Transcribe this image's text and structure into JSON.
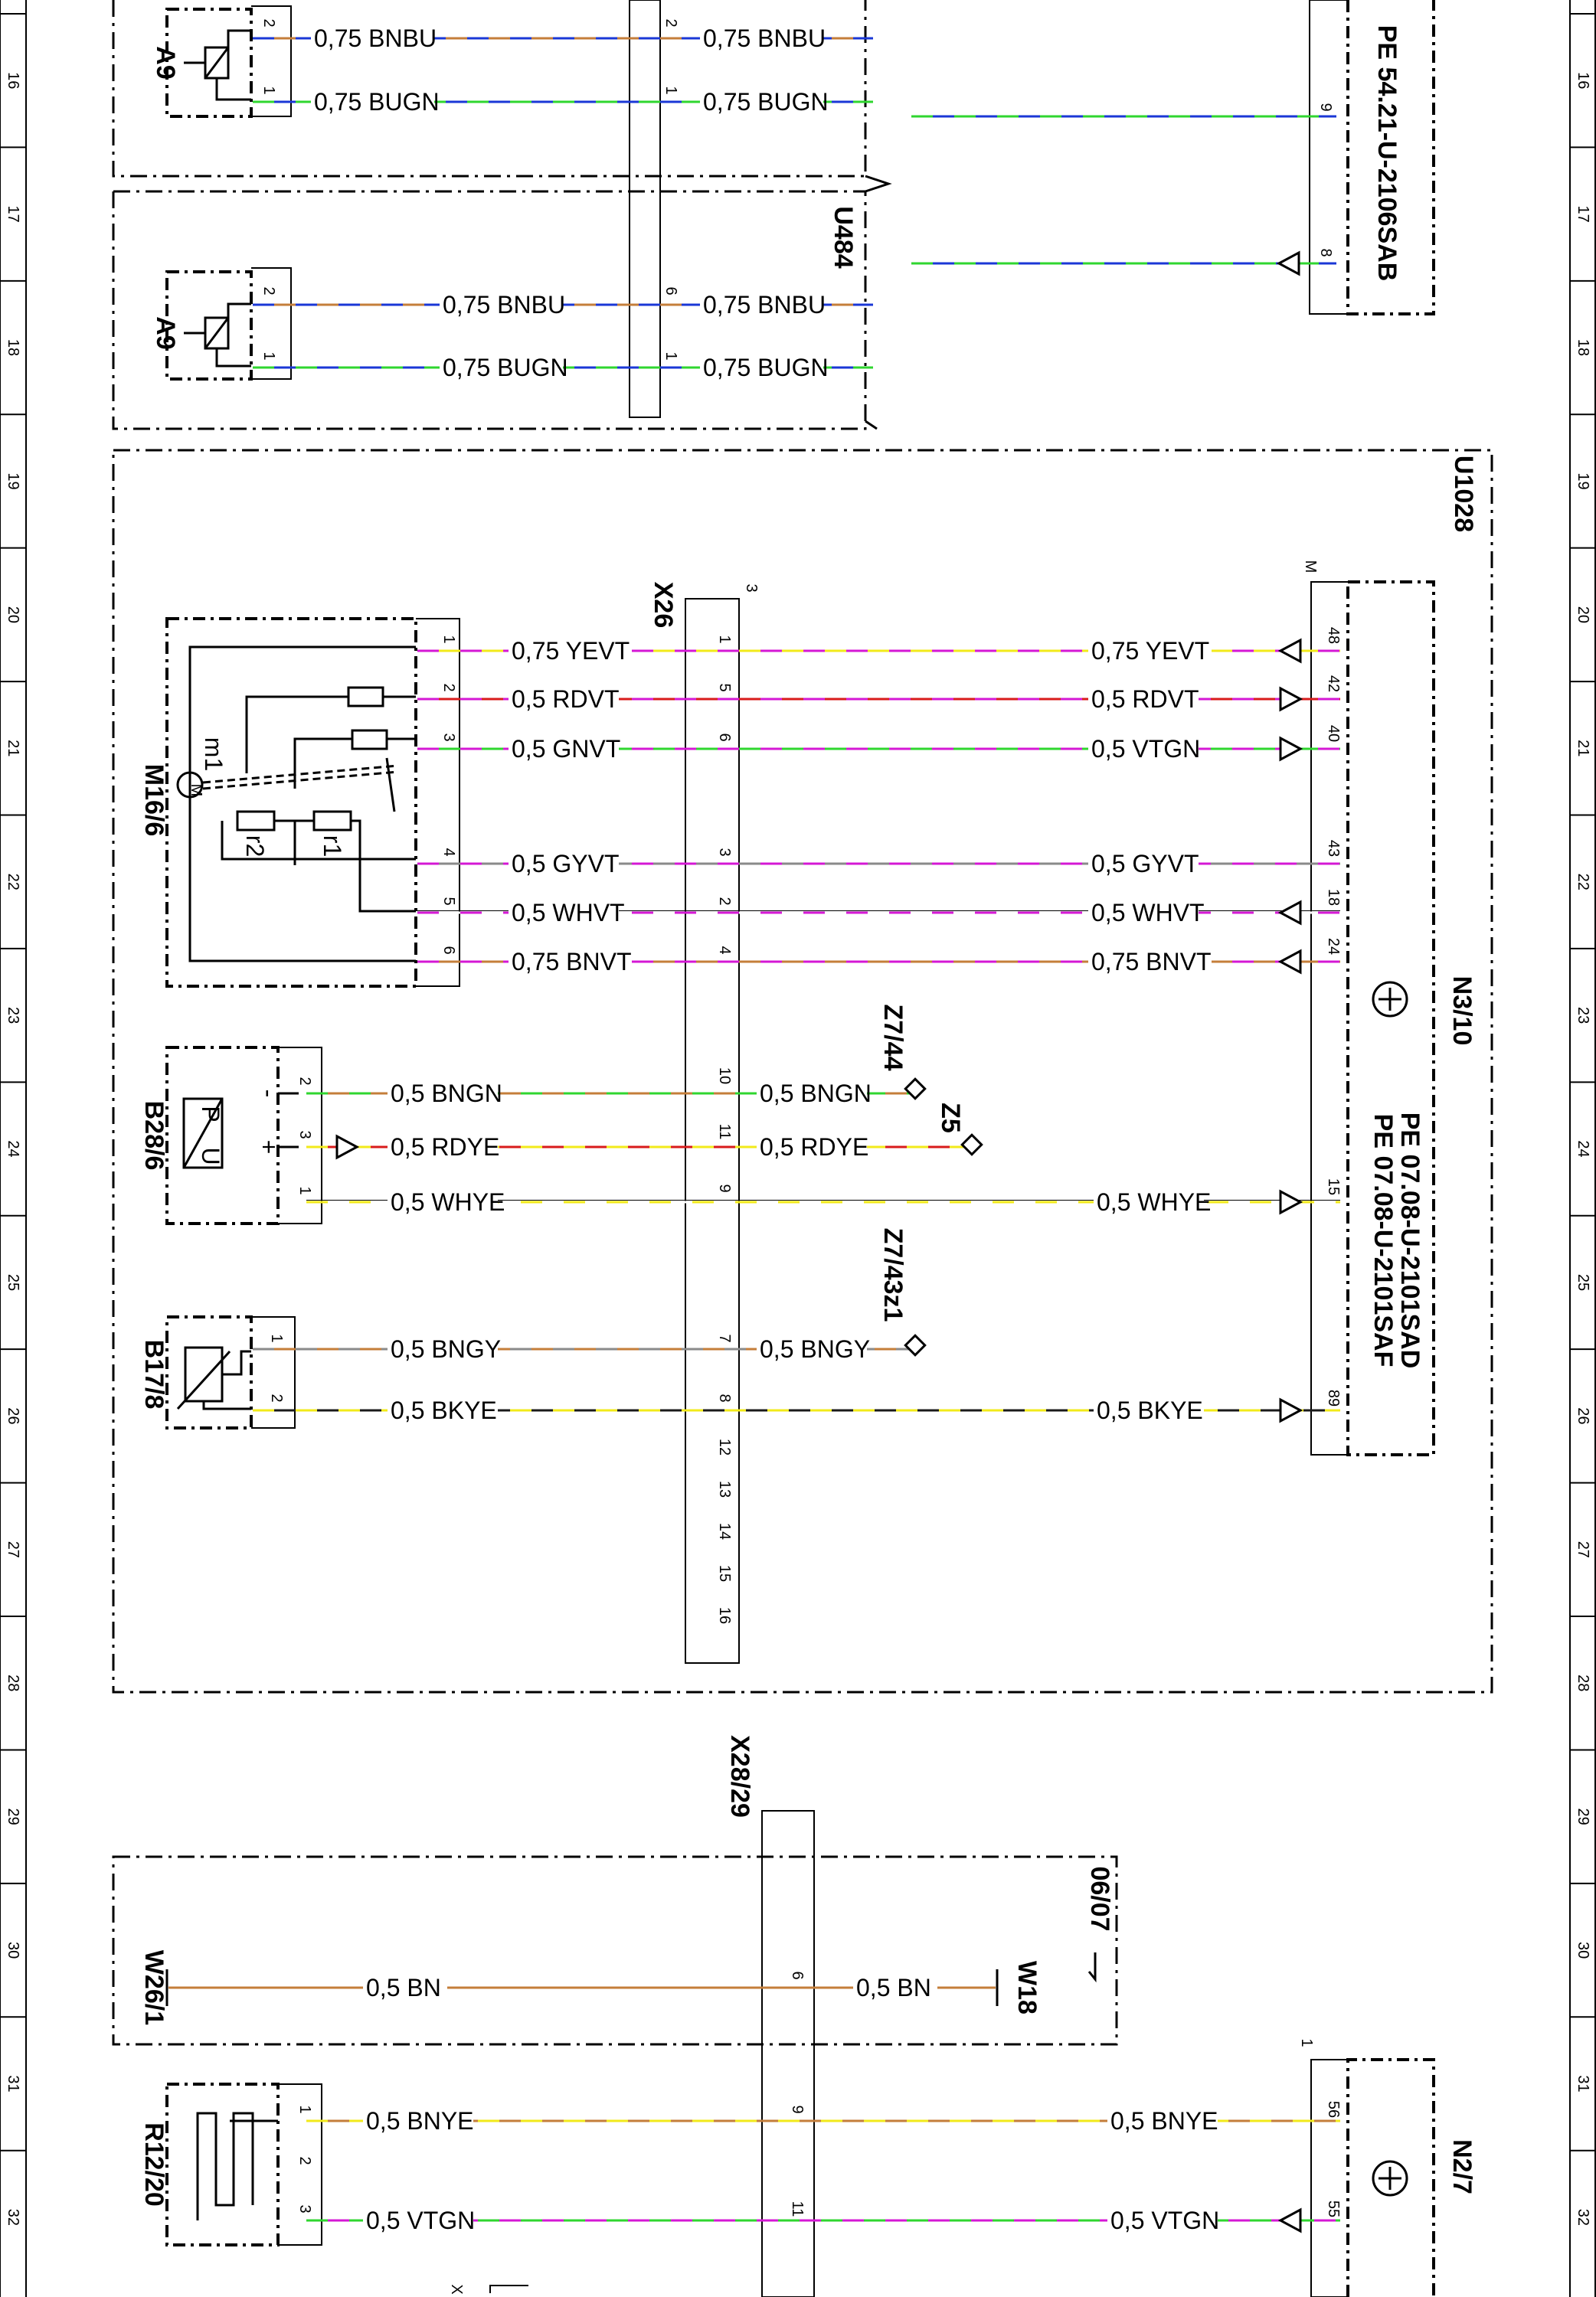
{
  "grid": {
    "rows": [
      "16",
      "17",
      "18",
      "19",
      "20",
      "21",
      "22",
      "23",
      "24",
      "25",
      "26",
      "27",
      "28",
      "29",
      "30",
      "31",
      "32"
    ]
  },
  "components": {
    "a9_top": "A9",
    "a9_mid": "A9",
    "m16_6": "M16/6",
    "m16_sub": [
      "m1",
      "r2",
      "r1",
      "M"
    ],
    "b28_6": "B28/6",
    "b28_symbols": [
      "P",
      "U",
      "-",
      "+"
    ],
    "b17_8": "B17/8",
    "r12_20": "R12/20",
    "w26_1": "W26/1",
    "w18": "W18",
    "n3_10": "N3/10",
    "n2_7": "N2/7",
    "u484": "U484",
    "u1028": "U1028",
    "x26": "X26",
    "x28_29": "X28/29",
    "z7_44": "Z7/44",
    "z5": "Z5",
    "z7_43z1": "Z7/43z1",
    "ref_0607": "06/07",
    "pe_top": "PE 54.21-U-2106SAB",
    "pe_n3_a": "PE 07.08-U-2101SAD",
    "pe_n3_b": "PE 07.08-U-2101SAF"
  },
  "wires": {
    "a9t_2": "0,75 BNBU",
    "a9t_1": "0,75 BUGN",
    "a9t_2b": "0,75 BNBU",
    "a9t_1b": "0,75 BUGN",
    "a9m_2": "0,75 BNBU",
    "a9m_1": "0,75 BUGN",
    "a9m_2b": "0,75 BNBU",
    "a9m_1b": "0,75 BUGN",
    "m_1a": "0,75 YEVT",
    "m_2a": "0,5 RDVT",
    "m_3a": "0,5 GNVT",
    "m_4a": "0,5 GYVT",
    "m_5a": "0,5 WHVT",
    "m_6a": "0,75 BNVT",
    "m_1b": "0,75 YEVT",
    "m_2b": "0,5 RDVT",
    "m_3b": "0,5 VTGN",
    "m_4b": "0,5 GYVT",
    "m_5b": "0,5 WHVT",
    "m_6b": "0,75 BNVT",
    "b28_2a": "0,5 BNGN",
    "b28_3a": "0,5 RDYE",
    "b28_1a": "0,5 WHYE",
    "b28_2b": "0,5 BNGN",
    "b28_3b": "0,5 RDYE",
    "b28_1b": "0,5 WHYE",
    "b17_1a": "0,5 BNGY",
    "b17_2a": "0,5 BKYE",
    "b17_1b": "0,5 BNGY",
    "b17_2b": "0,5 BKYE",
    "w26_a": "0,5 BN",
    "w26_b": "0,5 BN",
    "r12_1a": "0,5 BNYE",
    "r12_3a": "0,5 VTGN",
    "r12_1b": "0,5 BNYE",
    "r12_3b": "0,5 VTGN"
  },
  "pins": {
    "a9t_left": [
      "2",
      "1"
    ],
    "a9t_u484": [
      "2",
      "1"
    ],
    "top_right": [
      "9",
      "8"
    ],
    "a9m_left": [
      "2",
      "1"
    ],
    "a9m_u484": [
      "6",
      "1"
    ],
    "m16_left": [
      "1",
      "2",
      "3",
      "4",
      "5",
      "6"
    ],
    "x26_m16": [
      "1",
      "5",
      "6",
      "3",
      "2",
      "4"
    ],
    "n3_m16": [
      "48",
      "42",
      "40",
      "43",
      "18",
      "24"
    ],
    "b28_left": [
      "2",
      "3",
      "1"
    ],
    "x26_b28": [
      "10",
      "11",
      "9"
    ],
    "n3_b28": "15",
    "b17_left": [
      "1",
      "2"
    ],
    "x26_b17": [
      "7",
      "8"
    ],
    "n3_b17": "89",
    "x26_spare": [
      "12",
      "13",
      "14",
      "15",
      "16"
    ],
    "x26_top": "3",
    "n3_top": "M",
    "x28_w26": "6",
    "r12_left": [
      "1",
      "2",
      "3"
    ],
    "x28_r12": [
      "9",
      "11"
    ],
    "n2_pins": [
      "56",
      "55"
    ],
    "n2_top": "1",
    "bottom_partial": "X"
  },
  "wire_colors": {
    "BN": "#c47e3a",
    "BU": "#1a37d6",
    "GN": "#2fd62f",
    "YE": "#f2ea1a",
    "VT": "#d418d4",
    "RD": "#d81b1b",
    "GY": "#8a8a8a",
    "WH": "#ffffff",
    "BK": "#1a1a1a"
  }
}
